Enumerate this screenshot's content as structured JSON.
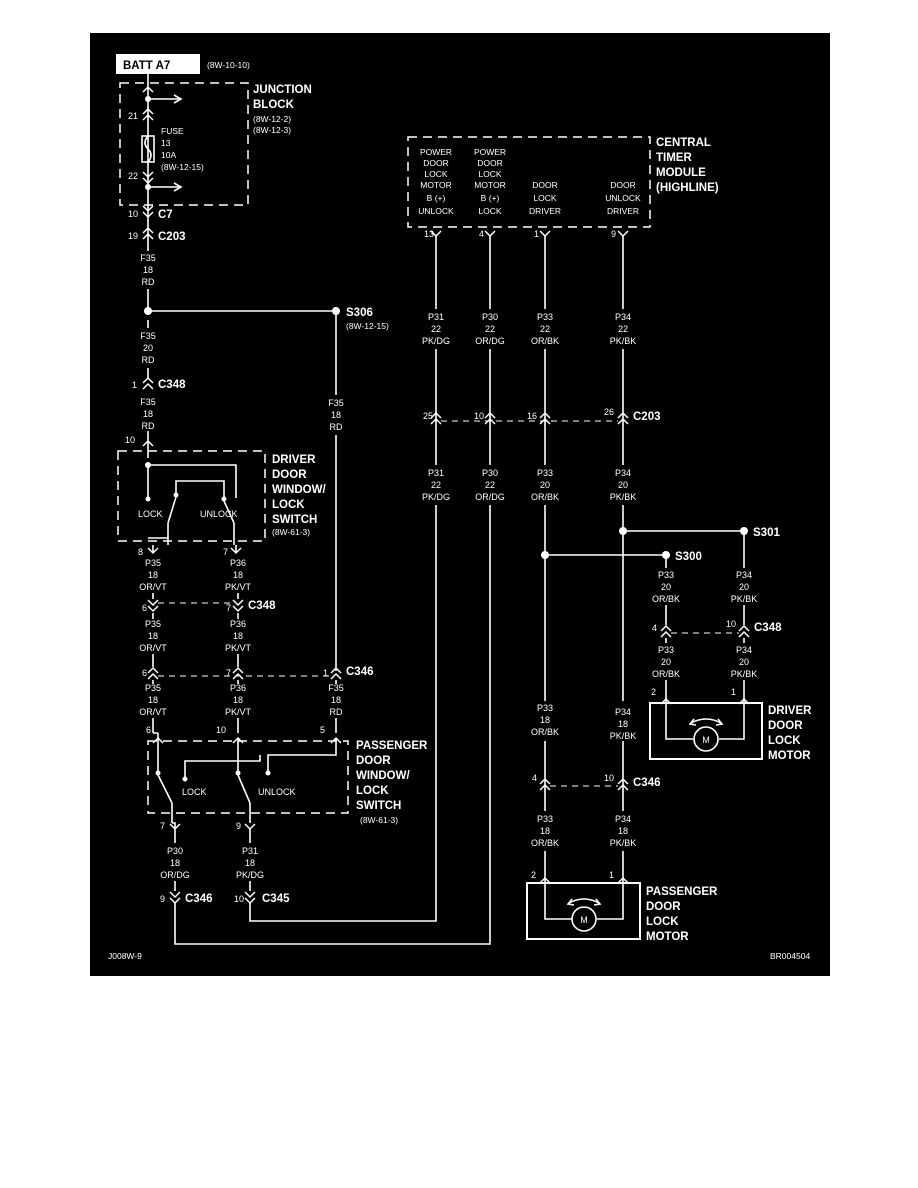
{
  "diagram": {
    "batt": "BATT A7",
    "batt_ref": "(8W-10-10)",
    "junction_block": {
      "name1": "JUNCTION",
      "name2": "BLOCK",
      "ref1": "(8W-12-2)",
      "ref2": "(8W-12-3)"
    },
    "fuse": {
      "pin_in": "21",
      "pin_out": "22",
      "l1": "FUSE",
      "l2": "13",
      "l3": "10A",
      "l4": "(8W-12-15)"
    },
    "c7": {
      "pin": "10",
      "name": "C7"
    },
    "c203_top": {
      "pin": "19",
      "name": "C203"
    },
    "wire_f35_top": {
      "code": "F35",
      "gauge": "18",
      "color": "RD"
    },
    "s306": {
      "name": "S306",
      "ref": "(8W-12-15)"
    },
    "wire_f35_mid": {
      "code": "F35",
      "gauge": "20",
      "color": "RD"
    },
    "c348_top": {
      "pin": "1",
      "name": "C348"
    },
    "wire_f35_low": {
      "code": "F35",
      "gauge": "18",
      "color": "RD"
    },
    "wire_f35_right": {
      "code": "F35",
      "gauge": "18",
      "color": "RD"
    },
    "dwls": {
      "pin_top": "10",
      "n1": "DRIVER",
      "n2": "DOOR",
      "n3": "WINDOW/",
      "n4": "LOCK",
      "n5": "SWITCH",
      "ref": "(8W-61-3)",
      "lock": "LOCK",
      "unlock": "UNLOCK",
      "pin_l": "8",
      "pin_r": "7"
    },
    "wire_p35_a": {
      "code": "P35",
      "gauge": "18",
      "color": "OR/VT"
    },
    "wire_p36_a": {
      "code": "P36",
      "gauge": "18",
      "color": "PK/VT"
    },
    "c348_mid": {
      "pin_l": "6",
      "pin_r": "7",
      "name": "C348"
    },
    "wire_p35_b": {
      "code": "P35",
      "gauge": "18",
      "color": "OR/VT"
    },
    "wire_p36_b": {
      "code": "P36",
      "gauge": "18",
      "color": "PK/VT"
    },
    "c346_mid": {
      "pin_l": "6",
      "pin_m": "7",
      "pin_r": "1",
      "name": "C346"
    },
    "wire_p35_c": {
      "code": "P35",
      "gauge": "18",
      "color": "OR/VT"
    },
    "wire_p36_c": {
      "code": "P36",
      "gauge": "18",
      "color": "PK/VT"
    },
    "wire_f35_c": {
      "code": "F35",
      "gauge": "18",
      "color": "RD"
    },
    "pwls": {
      "pin_a": "6",
      "pin_b": "10",
      "pin_c": "5",
      "n1": "PASSENGER",
      "n2": "DOOR",
      "n3": "WINDOW/",
      "n4": "LOCK",
      "n5": "SWITCH",
      "ref": "(8W-61-3)",
      "lock": "LOCK",
      "unlock": "UNLOCK",
      "pin_l": "7",
      "pin_r": "9"
    },
    "wire_p30_low": {
      "code": "P30",
      "gauge": "18",
      "color": "OR/DG"
    },
    "wire_p31_low": {
      "code": "P31",
      "gauge": "18",
      "color": "PK/DG"
    },
    "c346_bot": {
      "pin": "9",
      "name": "C346"
    },
    "c345_bot": {
      "pin": "10",
      "name": "C345"
    },
    "ctm": {
      "n1": "CENTRAL",
      "n2": "TIMER",
      "n3": "MODULE",
      "n4": "(HIGHLINE)",
      "col1": [
        "POWER",
        "DOOR",
        "LOCK",
        "MOTOR",
        "B (+)",
        "UNLOCK"
      ],
      "col2": [
        "POWER",
        "DOOR",
        "LOCK",
        "MOTOR",
        "B (+)",
        "LOCK"
      ],
      "col3": [
        "DOOR",
        "LOCK",
        "DRIVER"
      ],
      "col4": [
        "DOOR",
        "UNLOCK",
        "DRIVER"
      ],
      "pins": [
        "13",
        "4",
        "1",
        "9"
      ]
    },
    "wires_top": [
      {
        "code": "P31",
        "gauge": "22",
        "color": "PK/DG"
      },
      {
        "code": "P30",
        "gauge": "22",
        "color": "OR/DG"
      },
      {
        "code": "P33",
        "gauge": "22",
        "color": "OR/BK"
      },
      {
        "code": "P34",
        "gauge": "22",
        "color": "PK/BK"
      }
    ],
    "c203_right": {
      "pins": [
        "25",
        "10",
        "16",
        "26"
      ],
      "name": "C203"
    },
    "wires_mid": [
      {
        "code": "P31",
        "gauge": "22",
        "color": "PK/DG"
      },
      {
        "code": "P30",
        "gauge": "22",
        "color": "OR/DG"
      },
      {
        "code": "P33",
        "gauge": "20",
        "color": "OR/BK"
      },
      {
        "code": "P34",
        "gauge": "20",
        "color": "PK/BK"
      }
    ],
    "s301": {
      "name": "S301"
    },
    "s300": {
      "name": "S300"
    },
    "wire_p33_drv": {
      "code": "P33",
      "gauge": "20",
      "color": "OR/BK"
    },
    "wire_p34_drv": {
      "code": "P34",
      "gauge": "20",
      "color": "PK/BK"
    },
    "c348_right": {
      "pin_l": "4",
      "pin_r": "10",
      "name": "C348"
    },
    "wire_p33_drv2": {
      "code": "P33",
      "gauge": "20",
      "color": "OR/BK"
    },
    "wire_p34_drv2": {
      "code": "P34",
      "gauge": "20",
      "color": "PK/BK"
    },
    "ddlm": {
      "pin_l": "2",
      "pin_r": "1",
      "n1": "DRIVER",
      "n2": "DOOR",
      "n3": "LOCK",
      "n4": "MOTOR",
      "m": "M"
    },
    "wire_p33_pass": {
      "code": "P33",
      "gauge": "18",
      "color": "OR/BK"
    },
    "wire_p34_pass": {
      "code": "P34",
      "gauge": "18",
      "color": "PK/BK"
    },
    "c346_right": {
      "pin_l": "4",
      "pin_r": "10",
      "name": "C346"
    },
    "wire_p33_pass2": {
      "code": "P33",
      "gauge": "18",
      "color": "OR/BK"
    },
    "wire_p34_pass2": {
      "code": "P34",
      "gauge": "18",
      "color": "PK/BK"
    },
    "pdlm": {
      "pin_l": "2",
      "pin_r": "1",
      "n1": "PASSENGER",
      "n2": "DOOR",
      "n3": "LOCK",
      "n4": "MOTOR",
      "m": "M"
    },
    "footer_left": "J008W-9",
    "footer_right": "BR004504"
  }
}
